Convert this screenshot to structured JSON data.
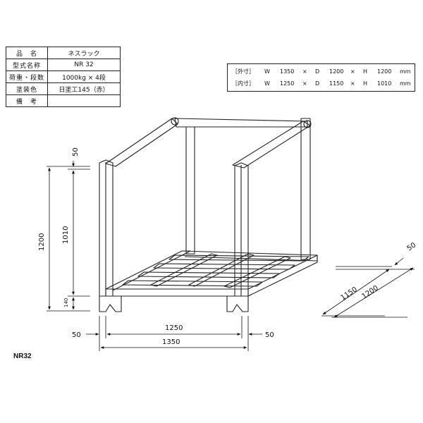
{
  "spec_table": {
    "rows": [
      {
        "label": "品　名",
        "value": "ネスラック"
      },
      {
        "label": "型式名称",
        "value": "NR 32"
      },
      {
        "label": "荷重・段数",
        "value": "1000kg × 4段"
      },
      {
        "label": "塗装色",
        "value": "日塗工145（赤）"
      },
      {
        "label": "備　考",
        "value": ""
      }
    ]
  },
  "dimensions_box": {
    "outer": {
      "label": "［外寸］",
      "w_key": "W",
      "w": "1350",
      "d_key": "D",
      "d": "1200",
      "h_key": "H",
      "h": "1200",
      "unit": "mm",
      "times": "×"
    },
    "inner": {
      "label": "［内寸］",
      "w_key": "W",
      "w": "1250",
      "d_key": "D",
      "d": "1150",
      "h_key": "H",
      "h": "1010",
      "unit": "mm",
      "times": "×"
    }
  },
  "drawing_dims": {
    "top_gap": "50",
    "height_outer": "1200",
    "height_inner": "1010",
    "base": "140",
    "left_margin": "50",
    "right_margin": "50",
    "width_inner": "1250",
    "width_outer": "1350",
    "depth_inner": "1150",
    "depth_outer": "1200",
    "depth_gap": "50"
  },
  "model_code": "NR32"
}
